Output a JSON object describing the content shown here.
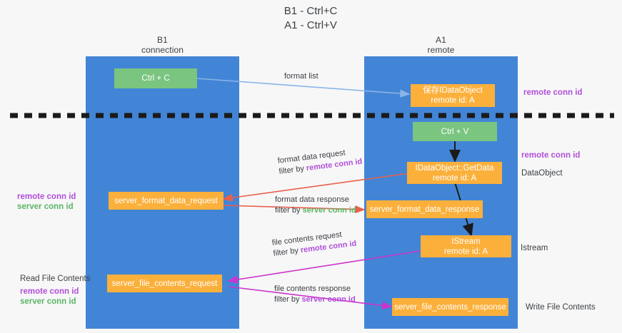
{
  "title": {
    "line1": "B1 - Ctrl+C",
    "line2": "A1 - Ctrl+V"
  },
  "lanes": [
    {
      "id": "b1",
      "title_line1": "B1",
      "title_line2": "connection",
      "color": "#4285d6"
    },
    {
      "id": "a1",
      "title_line1": "A1",
      "title_line2": "remote",
      "color": "#4285d6"
    }
  ],
  "nodes": {
    "ctrl_c": {
      "line1": "Ctrl + C",
      "line2": "",
      "color": "#7ac57f"
    },
    "ctrl_v": {
      "line1": "Ctrl + V",
      "line2": "",
      "color": "#7ac57f"
    },
    "save_idataobject": {
      "line1": "保存IDataObject",
      "line2": "remote id: A",
      "color": "#fbb03b"
    },
    "getdata": {
      "line1": "IDataObject::GetData",
      "line2": "remote id: A",
      "color": "#fbb03b"
    },
    "server_format_data_request": {
      "line1": "server_format_data_request",
      "line2": "",
      "color": "#fbb03b"
    },
    "server_format_data_response": {
      "line1": "server_format_data_response",
      "line2": "",
      "color": "#fbb03b"
    },
    "istream": {
      "line1": "IStream",
      "line2": "remote id: A",
      "color": "#fbb03b"
    },
    "server_file_contents_request": {
      "line1": "server_file_contents_request",
      "line2": "",
      "color": "#fbb03b"
    },
    "server_file_contents_response": {
      "line1": "server_file_contents_response",
      "line2": "",
      "color": "#fbb03b"
    }
  },
  "edge_labels": {
    "format_list": {
      "text": "format list",
      "color": "#3c4043"
    },
    "format_data_request_l1": {
      "text": "format data request"
    },
    "format_data_request_l2_pre": {
      "text": "filter by "
    },
    "format_data_request_l2_hl": {
      "text": "remote conn id"
    },
    "format_data_response_l1": {
      "text": "format data response"
    },
    "format_data_response_l2_pre": {
      "text": "filter by "
    },
    "format_data_response_l2_hl": {
      "text": "server conn id"
    },
    "file_contents_request_l1": {
      "text": "file contents request"
    },
    "file_contents_request_l2_pre": {
      "text": "filter by "
    },
    "file_contents_request_l2_hl": {
      "text": "remote conn id"
    },
    "file_contents_response_l1": {
      "text": "file contents response"
    },
    "file_contents_response_l2_pre": {
      "text": "filter by "
    },
    "file_contents_response_l2_hl": {
      "text": "server conn id"
    }
  },
  "side_labels": {
    "right_remote_conn_id_top": "remote conn id",
    "right_remote_conn_id_mid": "remote conn id",
    "right_dataobject": "DataObject",
    "right_istream": "Istream",
    "right_write_file_contents": "Write File Contents",
    "left_remote_conn_id_1": "remote conn id",
    "left_server_conn_id_1": "server conn id",
    "left_read_file_contents": "Read File Contents",
    "left_remote_conn_id_2": "remote conn id",
    "left_server_conn_id_2": "server conn id"
  },
  "colors": {
    "lane": "#4285d6",
    "green_node": "#7ac57f",
    "orange_node": "#fbb03b",
    "purple_text": "#b14fd8",
    "green_text": "#5bb564",
    "arrow_blue": "#8ab4e8",
    "arrow_red": "#e8604c",
    "arrow_magenta": "#cc33cc",
    "arrow_black": "#1b1b1b",
    "divider": "#1b1b1b",
    "background": "#f7f7f8"
  }
}
